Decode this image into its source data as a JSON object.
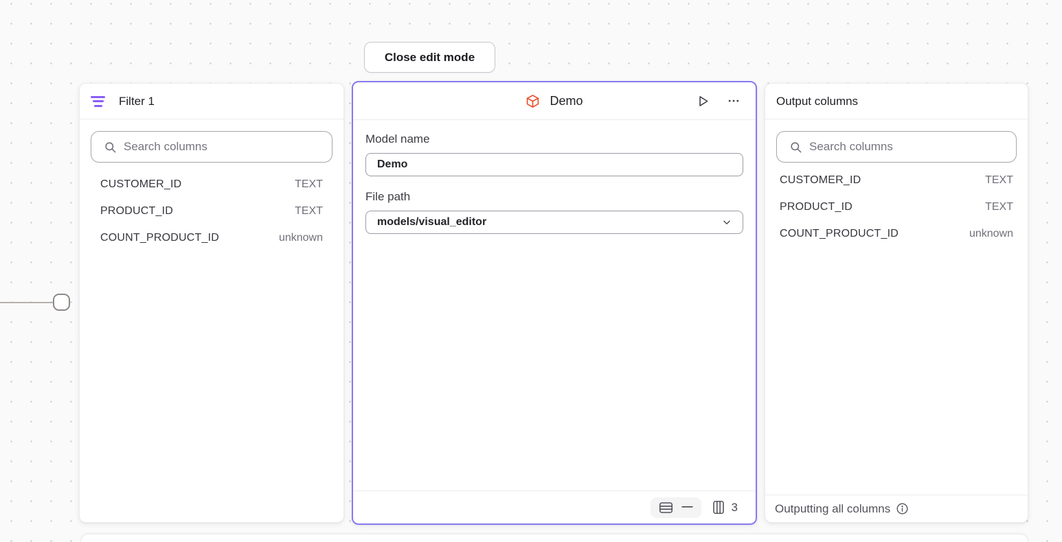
{
  "colors": {
    "selection_accent": "#8879f0",
    "filter_icon_purple": "#8b5cf6",
    "model_icon_orange": "#e8502d",
    "canvas_background": "#fafafa"
  },
  "toolbar": {
    "close_edit_label": "Close edit mode"
  },
  "filter_panel": {
    "title": "Filter 1",
    "search_placeholder": "Search columns",
    "columns": [
      {
        "name": "CUSTOMER_ID",
        "type": "TEXT"
      },
      {
        "name": "PRODUCT_ID",
        "type": "TEXT"
      },
      {
        "name": "COUNT_PRODUCT_ID",
        "type": "unknown"
      }
    ]
  },
  "model_panel": {
    "title": "Demo",
    "model_name_label": "Model name",
    "model_name_value": "Demo",
    "file_path_label": "File path",
    "file_path_value": "models/visual_editor",
    "row_count": "—",
    "column_count": "3"
  },
  "output_panel": {
    "title": "Output columns",
    "search_placeholder": "Search columns",
    "columns": [
      {
        "name": "CUSTOMER_ID",
        "type": "TEXT"
      },
      {
        "name": "PRODUCT_ID",
        "type": "TEXT"
      },
      {
        "name": "COUNT_PRODUCT_ID",
        "type": "unknown"
      }
    ],
    "footer_label": "Outputting all columns"
  }
}
